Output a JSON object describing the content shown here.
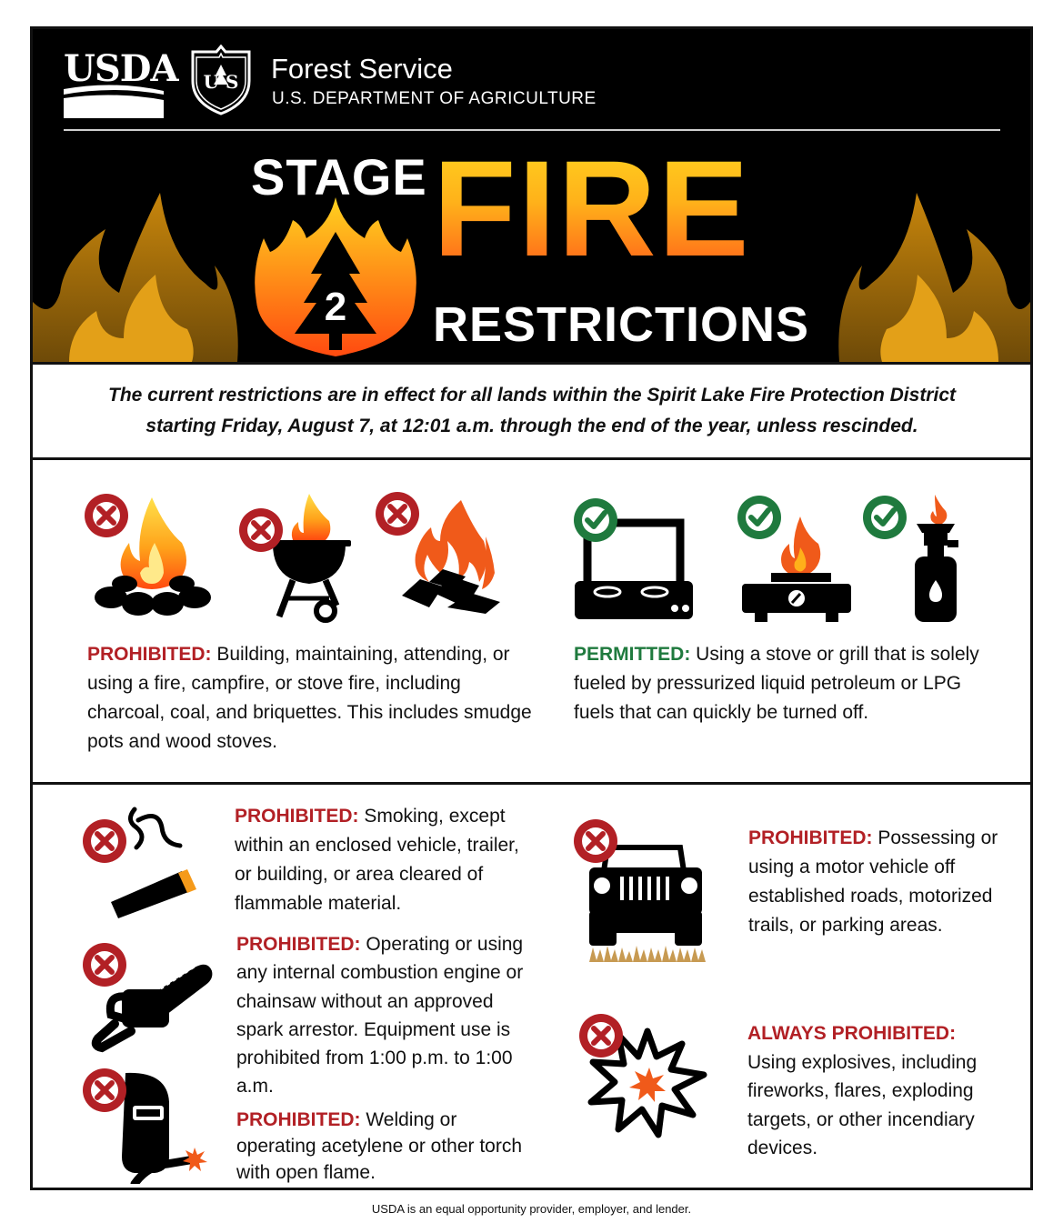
{
  "header": {
    "usda_logo_text": "USDA",
    "shield_text": "U S",
    "agency_name": "Forest Service",
    "department": "U.S. DEPARTMENT OF AGRICULTURE",
    "title_stage": "STAGE",
    "title_number": "2",
    "title_fire": "FIRE",
    "title_restrictions": "RESTRICTIONS"
  },
  "notice": {
    "line1": "The current restrictions are in effect for all lands within the Spirit Lake Fire Protection District",
    "line2": "starting Friday, August 7, at 12:01 a.m. through the end of the year, unless rescinded."
  },
  "fires": {
    "prohibited_label": "PROHIBITED:",
    "prohibited_text": "Building, maintaining, attending, or using a fire, campfire, or stove fire, including charcoal, coal, and briquettes. This includes smudge pots and wood stoves.",
    "permitted_label": "PERMITTED:",
    "permitted_text": "Using a stove or grill that is solely fueled by pressurized liquid petroleum or LPG fuels that can quickly be turned off."
  },
  "rules": {
    "smoking_label": "PROHIBITED:",
    "smoking_text": "Smoking, except within an enclosed vehicle, trailer, or building, or area cleared of flammable material.",
    "engine_label": "PROHIBITED:",
    "engine_text": "Operating or using any internal combustion engine or chainsaw without an approved spark arrestor. Equipment use is prohibited from 1:00 p.m. to 1:00 a.m.",
    "welding_label": "PROHIBITED:",
    "welding_text": "Welding or operating acetylene or other torch with open flame.",
    "vehicle_label": "PROHIBITED:",
    "vehicle_text": "Possessing or using a motor vehicle off established roads, motorized trails, or parking areas.",
    "explosives_label": "ALWAYS PROHIBITED:",
    "explosives_text": "Using explosives, including fireworks, flares, exploding targets, or other incendiary devices."
  },
  "footer": "USDA is an equal opportunity provider, employer, and lender.",
  "colors": {
    "prohibited_red": "#b22025",
    "permitted_green": "#1f7a3e",
    "fire_yellow": "#ffd21f",
    "fire_orange": "#ff5f1a"
  }
}
